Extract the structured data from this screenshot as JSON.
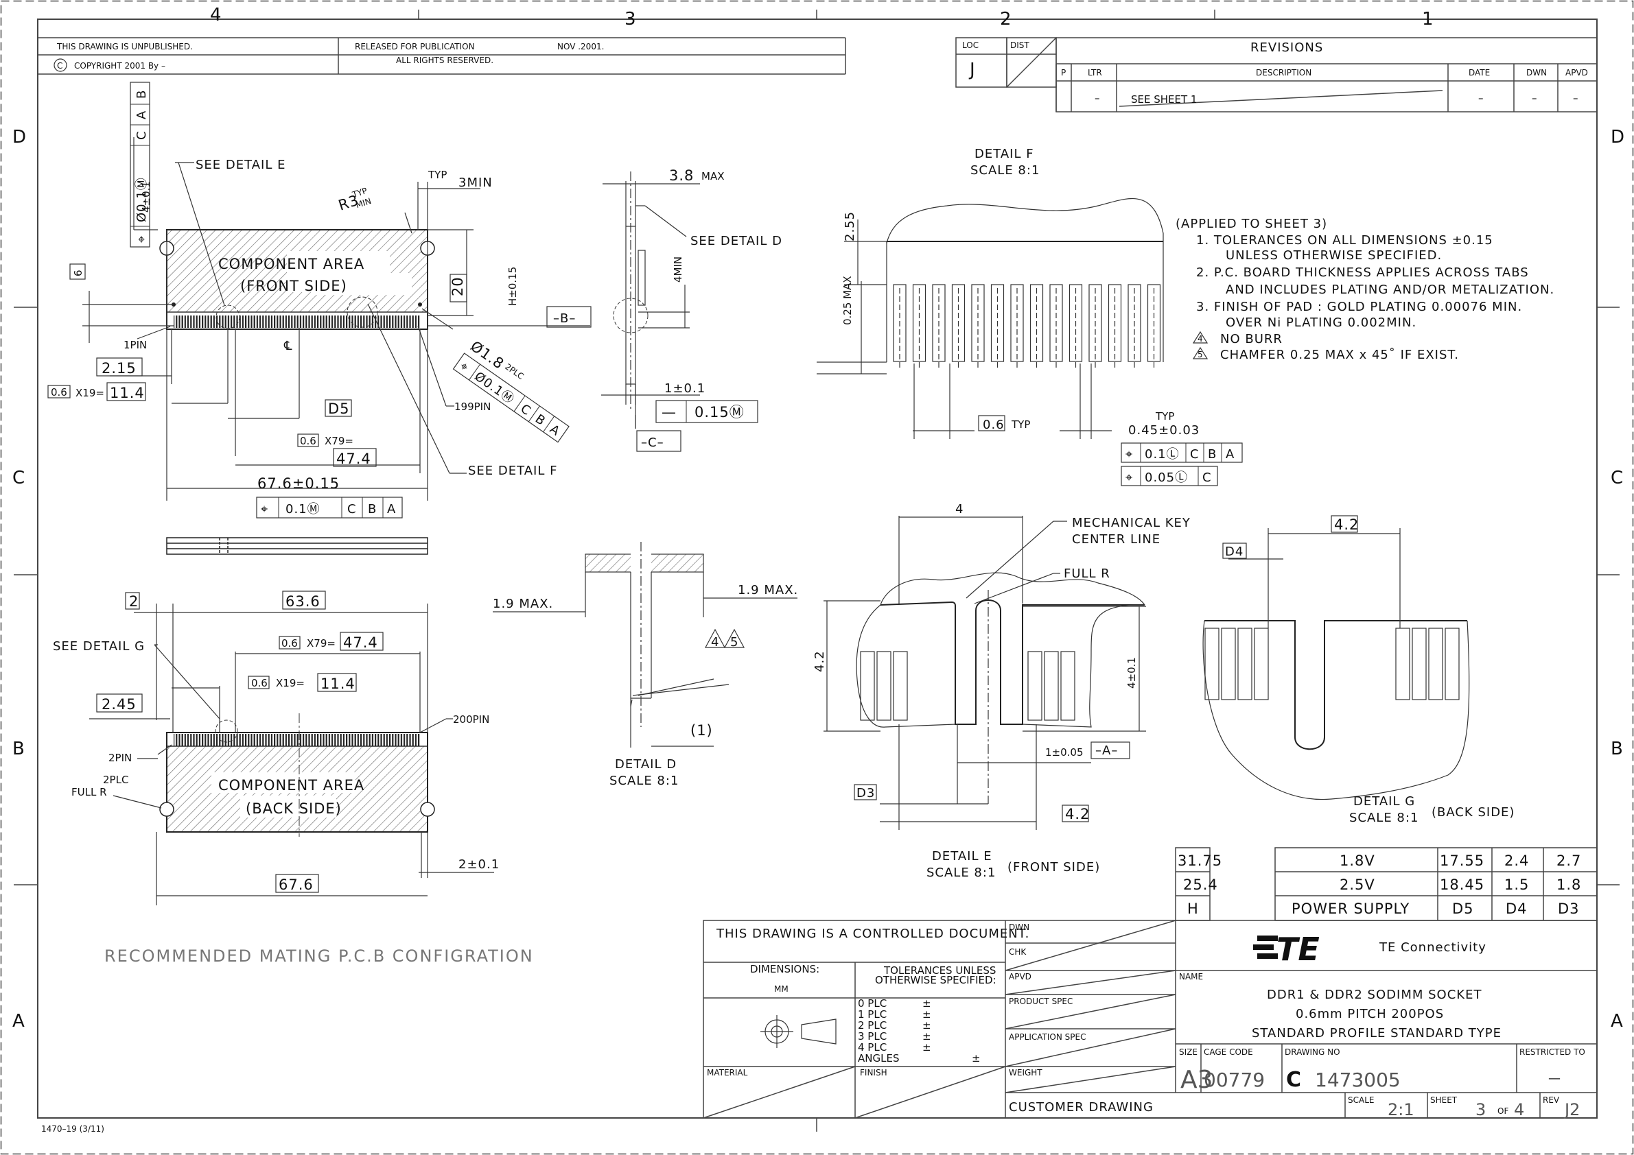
{
  "zones": {
    "columns": [
      "4",
      "3",
      "2",
      "1"
    ],
    "rows": [
      "D",
      "C",
      "B",
      "A"
    ]
  },
  "header": {
    "unpublished": "THIS DRAWING IS UNPUBLISHED.",
    "released": "RELEASED FOR PUBLICATION",
    "release_date": "NOV .2001.",
    "copyright_symbol": "C",
    "copyright": "COPYRIGHT  2001  By –",
    "rights": "ALL RIGHTS RESERVED.",
    "loc_label": "LOC",
    "loc_value": "J",
    "dist_label": "DIST"
  },
  "revisions": {
    "title": "REVISIONS",
    "headers": {
      "p": "P",
      "ltr": "LTR",
      "description": "DESCRIPTION",
      "date": "DATE",
      "dwn": "DWN",
      "apvd": "APVD"
    },
    "row": {
      "ltr": "–",
      "description": "SEE  SHEET  1",
      "date": "–",
      "dwn": "–",
      "apvd": "–"
    }
  },
  "front_view": {
    "see_detail_e": "SEE  DETAIL  E",
    "typ": "TYP",
    "min_3": "3MIN",
    "r3": "R3",
    "r3_typ": "TYP",
    "r3_min": "MIN",
    "component_area": "COMPONENT AREA",
    "front_side": "(FRONT SIDE)",
    "dim_20": "20",
    "h_tol": "H±0.15",
    "datum_b": "–B–",
    "dim_6": "6",
    "pin1": "1PIN",
    "pin199": "199PIN",
    "centerline": "℄",
    "dim_215": "2.15",
    "pitch_box": "0.6",
    "x19": "X19=",
    "dim_114": "11.4",
    "d5": "D5",
    "x79": "X79=",
    "dim_474": "47.4",
    "width": "67.6±0.15",
    "hole": "Ø1.8",
    "two_plc": "2PLC",
    "see_detail_f": "SEE  DETAIL  F",
    "fcf_vertical": [
      "⌖",
      "Ø0.1Ⓜ",
      "C",
      "A",
      "B"
    ],
    "dim_4_01": "4±0.1",
    "fcf_hole": [
      "⌖",
      "Ø0.1Ⓜ",
      "C",
      "B",
      "A"
    ],
    "fcf_bottom": [
      "⌖",
      "0.1Ⓜ",
      "C",
      "B",
      "A"
    ]
  },
  "side_view": {
    "dim_38": "3.8",
    "max": "MAX",
    "see_detail_d": "SEE  DETAIL  D",
    "dim_4min": "4MIN",
    "dim_1": "1±0.1",
    "flat_sym": "—",
    "flat_val": "0.15Ⓜ",
    "datum_c": "–C–"
  },
  "detail_f": {
    "title": "DETAIL  F",
    "scale": "SCALE  8:1",
    "dim_255": "2.55",
    "dim_025": "0.25  MAX",
    "pitch": "0.6",
    "typ": "TYP",
    "typ2": "TYP",
    "pad_width": "0.45±0.03",
    "fcf1": [
      "⌖",
      "0.1Ⓛ",
      "C",
      "B",
      "A"
    ],
    "fcf2": [
      "⌖",
      "0.05Ⓛ",
      "C"
    ]
  },
  "notes": {
    "applied": "(APPLIED TO SHEET 3)",
    "n1a": "1.  TOLERANCES ON ALL DIMENSIONS  ±0.15",
    "n1b": "UNLESS OTHERWISE SPECIFIED.",
    "n2a": "2.  P.C. BOARD THICKNESS APPLIES ACROSS TABS",
    "n2b": "AND INCLUDES PLATING AND/OR METALIZATION.",
    "n3a": "3.  FINISH OF PAD : GOLD PLATING 0.00076 MIN.",
    "n3b": "OVER Ni PLATING 0.002MIN.",
    "flag4": "4",
    "n4": "NO  BURR",
    "flag5": "5",
    "n5": "CHAMFER  0.25  MAX  x  45˚  IF  EXIST."
  },
  "back_view": {
    "dim_2": "2",
    "dim_636": "63.6",
    "see_detail_g": "SEE  DETAIL  G",
    "pitch_box": "0.6",
    "x79": "X79=",
    "dim_474": "47.4",
    "x19": "X19=",
    "dim_114": "11.4",
    "dim_245": "2.45",
    "pin200": "200PIN",
    "pin2": "2PIN",
    "two_plc": "2PLC",
    "full_r": "FULL  R",
    "component_area": "COMPONENT AREA",
    "back_side": "(BACK  SIDE)",
    "dim_2_01": "2±0.1",
    "width": "67.6",
    "recommended": "RECOMMENDED  MATING  P.C.B  CONFIGRATION"
  },
  "detail_d": {
    "dim_19a": "1.9  MAX.",
    "dim_19b": "1.9  MAX.",
    "flag4": "4",
    "flag5": "5",
    "ref1": "(1)",
    "title": "DETAIL  D",
    "scale": "SCALE  8:1"
  },
  "detail_e": {
    "dim_4": "4",
    "mech_key": "MECHANICAL  KEY",
    "center_line": "CENTER  LINE",
    "full_r": "FULL  R",
    "dim_42": "4.2",
    "dim_4_01": "4±0.1",
    "dim_1_005": "1±0.05",
    "datum_a": "–A–",
    "d3": "D3",
    "dim_42b": "4.2",
    "title": "DETAIL  E",
    "scale": "SCALE  8:1",
    "side": "(FRONT  SIDE)"
  },
  "detail_g": {
    "dim_42": "4.2",
    "d4": "D4",
    "title": "DETAIL  G",
    "scale": "SCALE  8:1",
    "side": "(BACK  SIDE)"
  },
  "voltage_table": {
    "h_col": [
      "31.75",
      "25.4",
      "H"
    ],
    "rows": [
      [
        "1.8V",
        "17.55",
        "2.4",
        "2.7"
      ],
      [
        "2.5V",
        "18.45",
        "1.5",
        "1.8"
      ],
      [
        "POWER  SUPPLY",
        "D5",
        "D4",
        "D3"
      ]
    ]
  },
  "title_block": {
    "controlled": "THIS DRAWING IS A CONTROLLED DOCUMENT.",
    "dimensions": "DIMENSIONS:",
    "mm": "MM",
    "tolerances_1": "TOLERANCES  UNLESS",
    "tolerances_2": "OTHERWISE  SPECIFIED:",
    "plc": [
      "0  PLC",
      "1  PLC",
      "2  PLC",
      "3  PLC",
      "4  PLC"
    ],
    "pm": "±",
    "angles": "ANGLES",
    "material": "MATERIAL",
    "finish": "FINISH",
    "dwn": "DWN",
    "chk": "CHK",
    "apvd": "APVD",
    "product_spec": "PRODUCT  SPEC",
    "application_spec": "APPLICATION  SPEC",
    "weight": "WEIGHT",
    "customer_drawing": "CUSTOMER  DRAWING",
    "logo": "TE",
    "company": "TE  Connectivity",
    "name_label": "NAME",
    "name_1": "DDR1  &  DDR2  SODIMM  SOCKET",
    "name_2": "0.6mm  PITCH  200POS",
    "name_3": "STANDARD  PROFILE  STANDARD  TYPE",
    "size_label": "SIZE",
    "size": "A3",
    "cage_label": "CAGE  CODE",
    "cage": "00779",
    "dwg_label": "DRAWING  NO",
    "dwg_prefix": "C",
    "dwg_no": "1473005",
    "restricted_label": "RESTRICTED  TO",
    "restricted": "—",
    "scale_label": "SCALE",
    "scale": "2:1",
    "sheet_label": "SHEET",
    "sheet": "3",
    "of": "OF",
    "sheet_total": "4",
    "rev_label": "REV",
    "rev": "J2"
  },
  "form_number": "1470–19  (3/11)"
}
